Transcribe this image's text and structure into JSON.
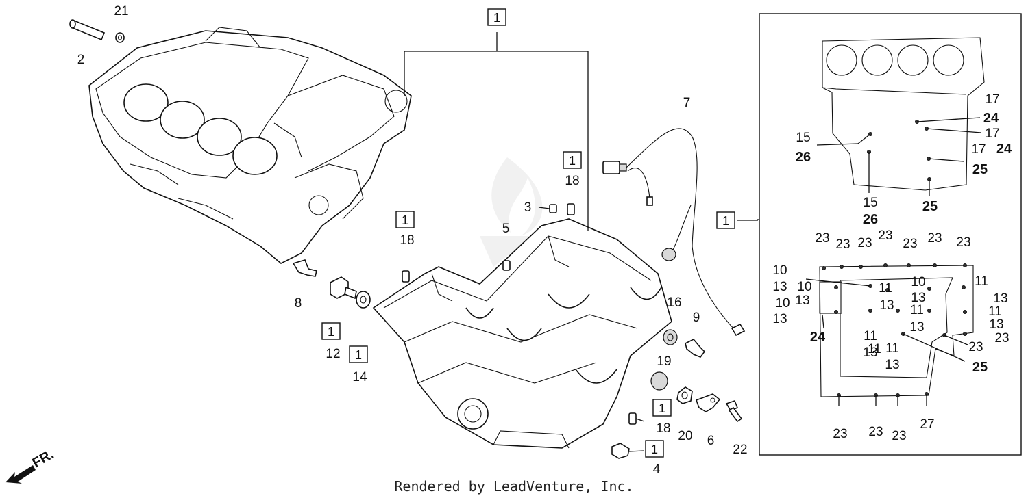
{
  "box_label": "1",
  "footer": "Rendered by LeadVenture, Inc.",
  "direction_label": "FR.",
  "callouts": {
    "c2": "2",
    "c21": "21",
    "c1_top": "1",
    "c1_18a": "1",
    "c18a": "18",
    "c3": "3",
    "c1_18b": "1",
    "c18b": "18",
    "c5": "5",
    "c7": "7",
    "c8": "8",
    "c1_12": "1",
    "c12": "12",
    "c1_14": "1",
    "c14": "14",
    "c16": "16",
    "c9": "9",
    "c19": "19",
    "c1_18c": "1",
    "c18c": "18",
    "c20": "20",
    "c6": "6",
    "c22": "22",
    "c1_4": "1",
    "c4": "4",
    "c1_right": "1"
  },
  "upper_detail": {
    "labels": [
      "17",
      "24",
      "17",
      "17",
      "24",
      "25",
      "15",
      "26",
      "15",
      "26",
      "25"
    ]
  },
  "lower_detail": {
    "top_row": [
      "23",
      "23",
      "23",
      "23",
      "23",
      "23",
      "23"
    ],
    "left_col": [
      "10",
      "13",
      "10",
      "10",
      "13",
      "13"
    ],
    "middle": [
      "11",
      "10",
      "13",
      "11",
      "13",
      "11",
      "11",
      "13",
      "11",
      "13",
      "13"
    ],
    "right_col": [
      "11",
      "13",
      "11",
      "13",
      "23"
    ],
    "bottom_row": [
      "24",
      "23",
      "25",
      "23",
      "23",
      "23",
      "27"
    ]
  }
}
